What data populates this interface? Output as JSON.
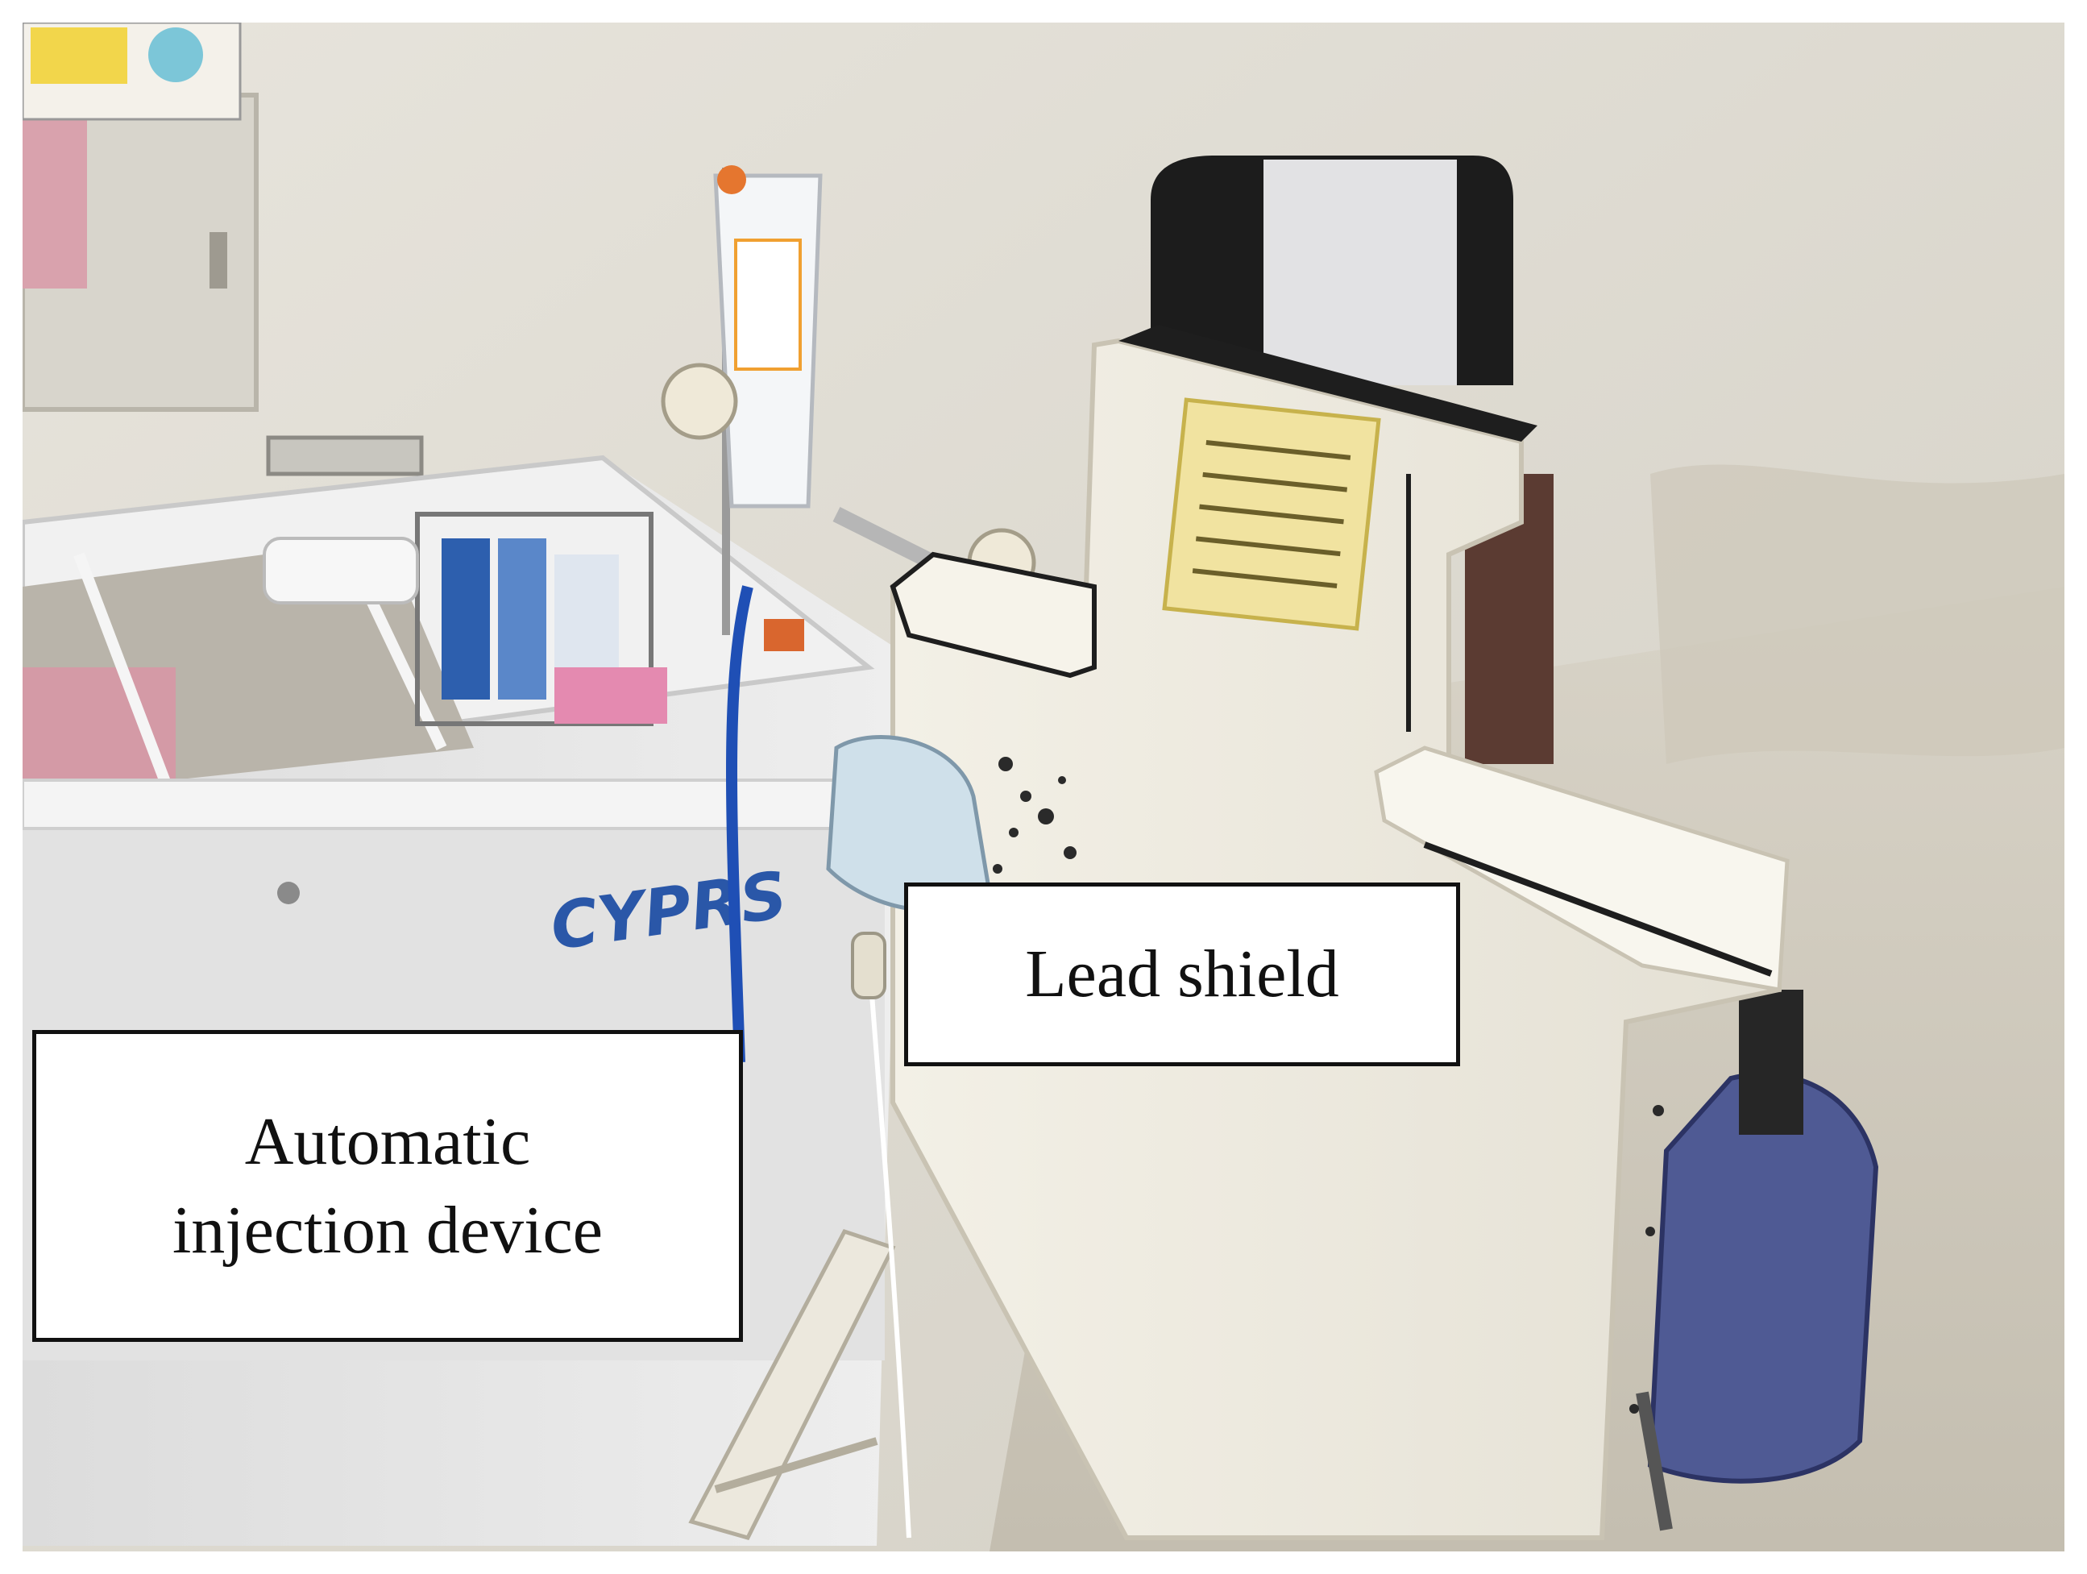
{
  "labels": {
    "lead_shield": "Lead shield",
    "injector_line1": "Automatic",
    "injector_line2": "injection device"
  },
  "device_branding": {
    "brand_text": "CYPRS"
  },
  "colors": {
    "wall": "#dedbd2",
    "floor": "#cfcabd",
    "shield_white": "#efece2",
    "device_gray": "#e6e6e6",
    "tube_blue": "#1f4fb5",
    "cushion_blue": "#4f5a94",
    "label_border": "#111111"
  }
}
